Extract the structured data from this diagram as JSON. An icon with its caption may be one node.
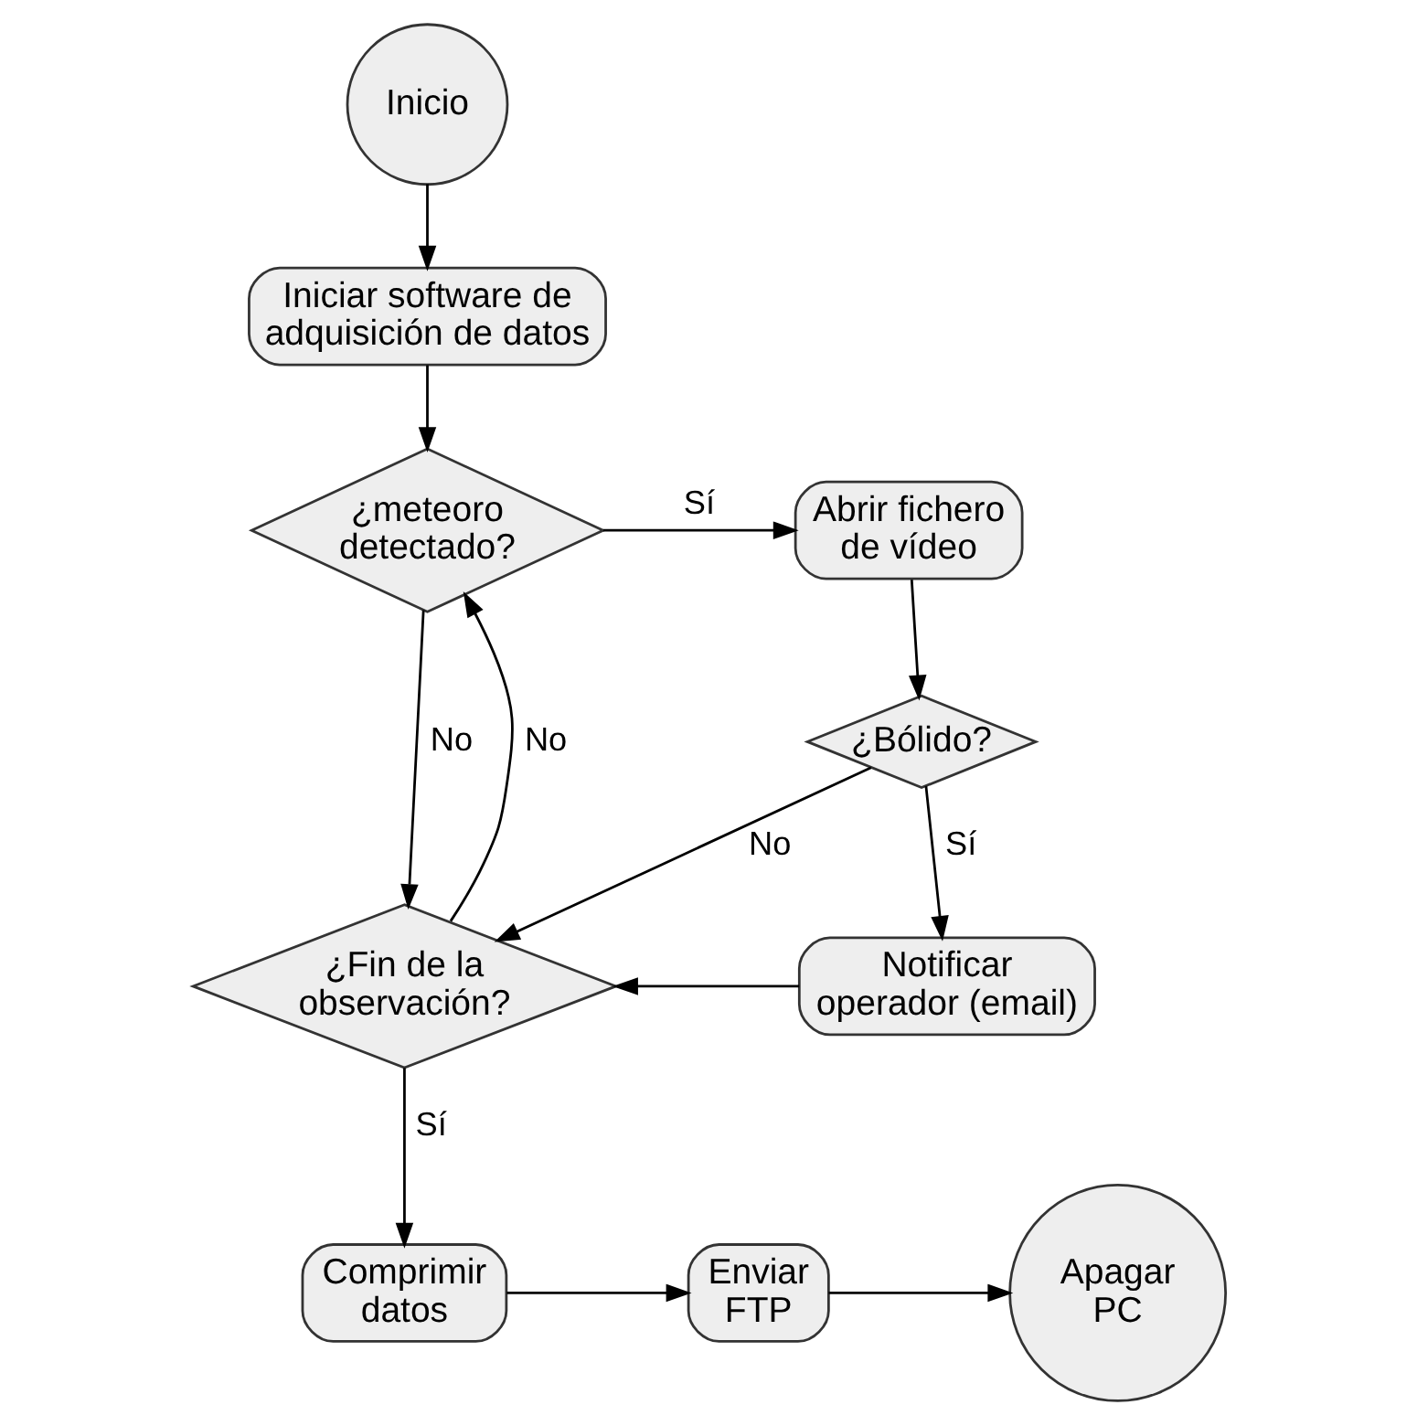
{
  "diagram": {
    "nodes": [
      {
        "text": [
          "Inicio"
        ]
      },
      {
        "text": [
          "Iniciar software de adquisición de datos"
        ]
      },
      {
        "text": [
          "¿meteoro detectado?"
        ]
      },
      {
        "text": [
          "Abrir fichero de vídeo"
        ]
      },
      {
        "text": [
          "¿Bólido?"
        ]
      },
      {
        "text": [
          "¿Fin de la observación?"
        ]
      },
      {
        "text": [
          "Notificar operador (email)"
        ]
      },
      {
        "text": [
          "Comprimir datos"
        ]
      },
      {
        "text": [
          "Enviar FTP"
        ]
      },
      {
        "text": [
          "Apagar PC"
        ]
      }
    ],
    "edges": [
      {
        "from": 0,
        "to": 1,
        "arrow": "to"
      },
      {
        "from": 1,
        "to": 2,
        "arrow": "to"
      },
      {
        "from": 2,
        "to": 3,
        "arrow": "to",
        "label": "Sí"
      },
      {
        "from": 2,
        "to": 5,
        "arrow": "to",
        "label": "No"
      },
      {
        "from": 3,
        "to": 4,
        "arrow": "to"
      },
      {
        "from": 4,
        "to": 5,
        "arrow": "to",
        "label": "No"
      },
      {
        "from": 4,
        "to": 6,
        "arrow": "to",
        "label": "Sí"
      },
      {
        "from": 6,
        "to": 5,
        "arrow": "to"
      },
      {
        "from": 5,
        "to": 2,
        "arrow": "to",
        "label": "No"
      },
      {
        "from": 5,
        "to": 7,
        "arrow": "to",
        "label": "Sí"
      },
      {
        "from": 7,
        "to": 8,
        "arrow": "to"
      },
      {
        "from": 8,
        "to": 9,
        "arrow": "to"
      }
    ]
  }
}
